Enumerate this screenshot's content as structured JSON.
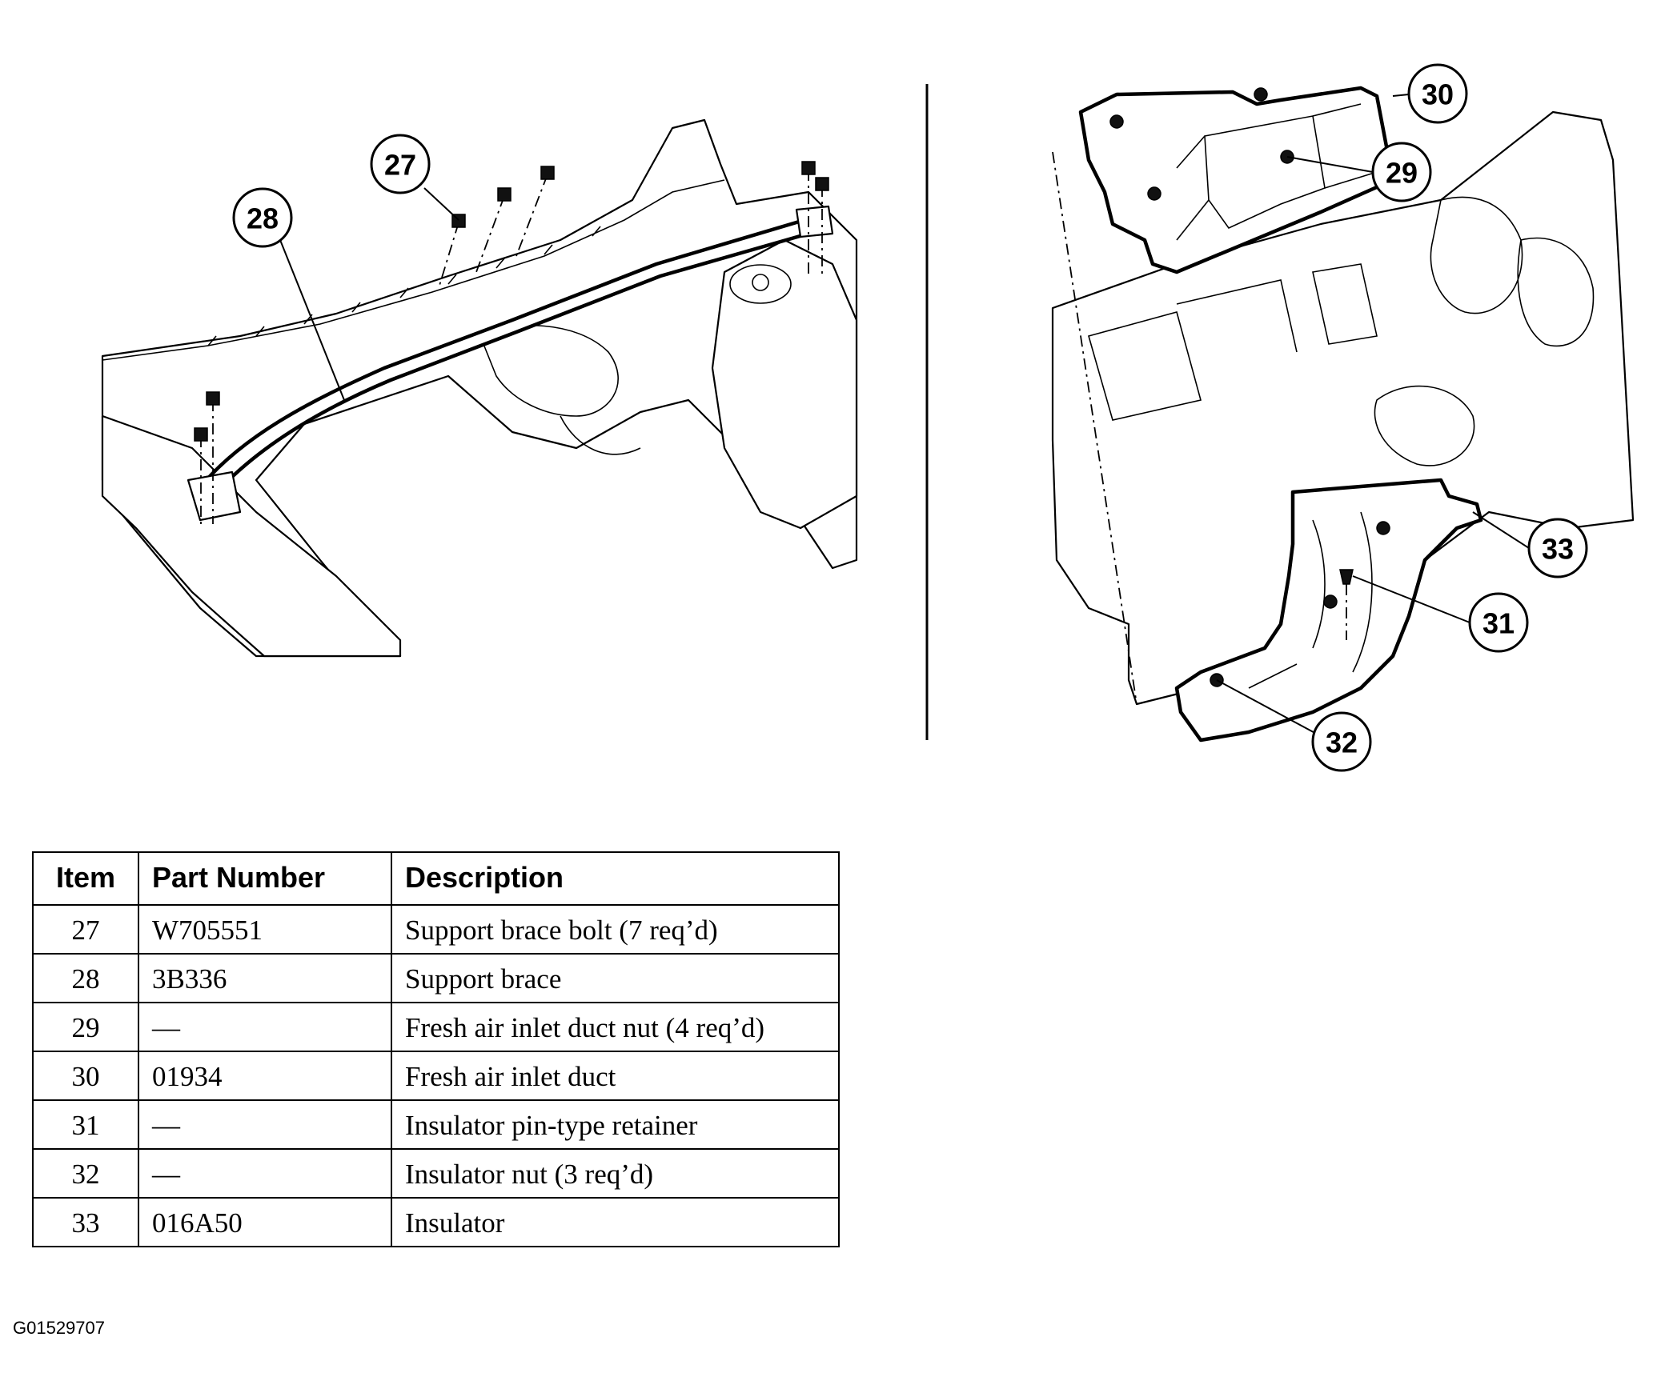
{
  "callouts": {
    "c27": "27",
    "c28": "28",
    "c29": "29",
    "c30": "30",
    "c31": "31",
    "c32": "32",
    "c33": "33"
  },
  "table": {
    "headers": [
      "Item",
      "Part Number",
      "Description"
    ],
    "rows": [
      {
        "item": "27",
        "part_number": "W705551",
        "description": "Support brace bolt (7 req’d)"
      },
      {
        "item": "28",
        "part_number": "3B336",
        "description": "Support brace"
      },
      {
        "item": "29",
        "part_number": "—",
        "description": "Fresh air inlet duct nut (4 req’d)"
      },
      {
        "item": "30",
        "part_number": "01934",
        "description": "Fresh air inlet duct"
      },
      {
        "item": "31",
        "part_number": "—",
        "description": "Insulator pin-type retainer"
      },
      {
        "item": "32",
        "part_number": "—",
        "description": "Insulator nut (3 req’d)"
      },
      {
        "item": "33",
        "part_number": "016A50",
        "description": "Insulator"
      }
    ]
  },
  "figure_id": "G01529707"
}
